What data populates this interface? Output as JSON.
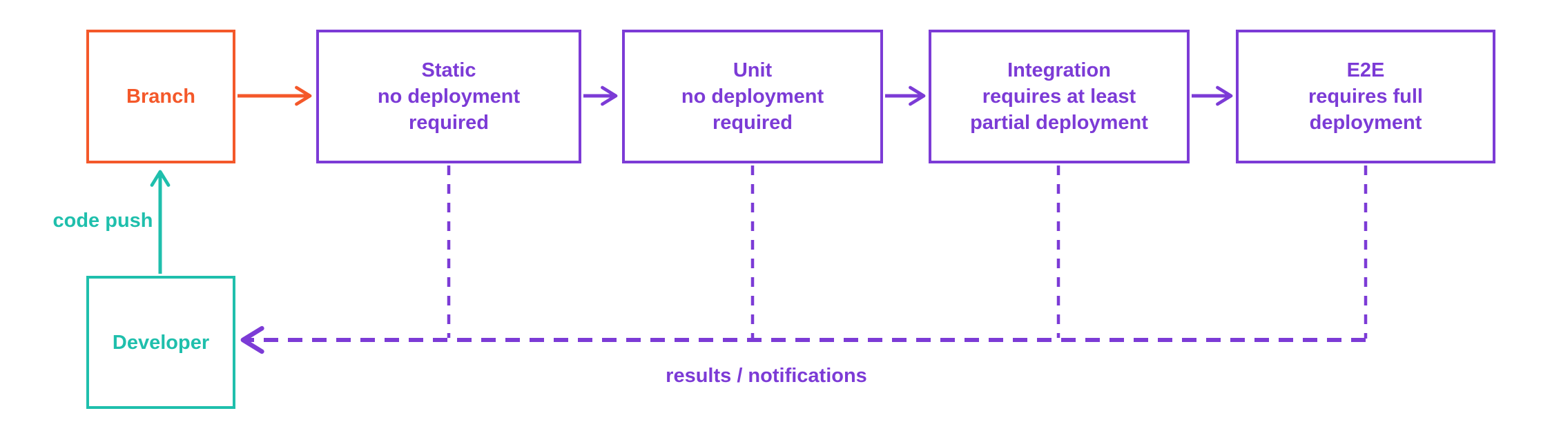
{
  "colors": {
    "purple": "#7C3BD6",
    "orange": "#F4582A",
    "teal": "#1FBFAC",
    "background": "#FFFFFF"
  },
  "nodes": {
    "branch": {
      "title": "Branch"
    },
    "static": {
      "title": "Static",
      "lines": [
        "no deployment",
        "required"
      ]
    },
    "unit": {
      "title": "Unit",
      "lines": [
        "no deployment",
        "required"
      ]
    },
    "integration": {
      "title": "Integration",
      "lines": [
        "requires at least",
        "partial deployment"
      ]
    },
    "e2e": {
      "title": "E2E",
      "lines": [
        "requires full",
        "deployment"
      ]
    },
    "developer": {
      "title": "Developer"
    }
  },
  "edges": {
    "code_push_label": "code push",
    "results_label": "results / notifications"
  }
}
